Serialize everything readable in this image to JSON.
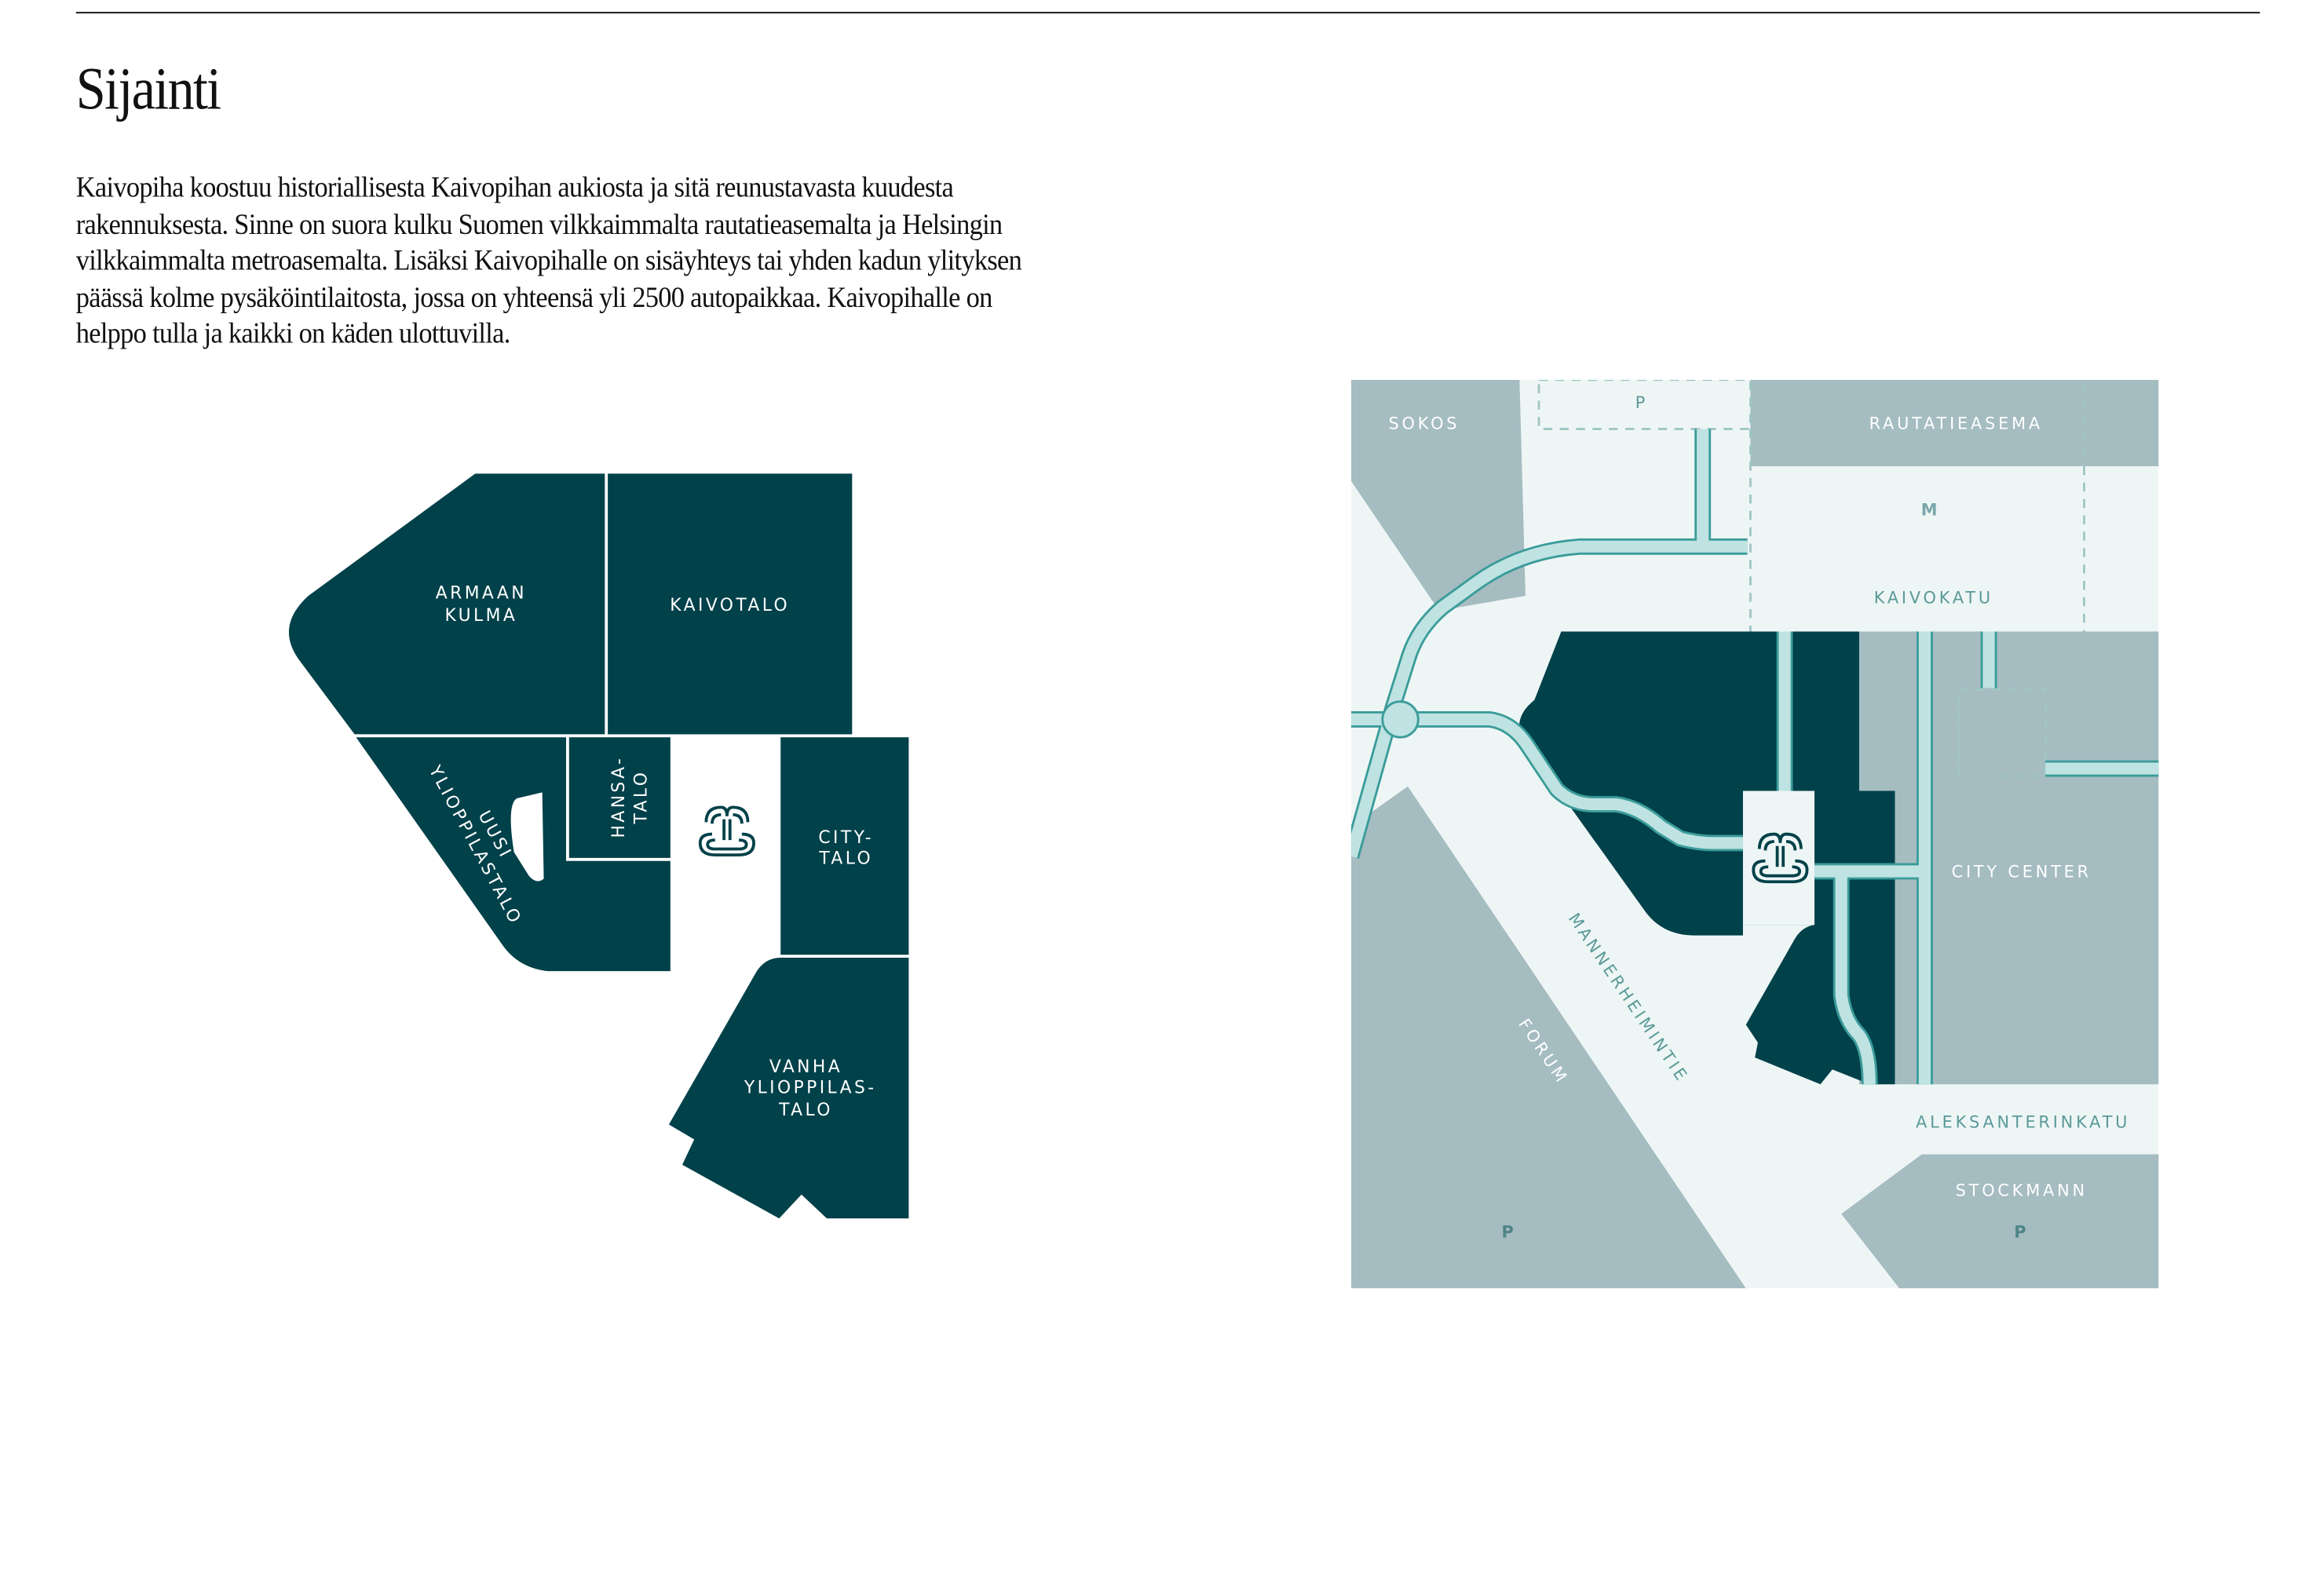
{
  "section": {
    "title": "Sijainti",
    "intro_lines": [
      "Kaivopiha koostuu historiallisesta Kaivopihan aukiosta ja sitä reunustavasta kuudesta",
      "rakennuksesta. Sinne on suora kulku Suomen vilkkaimmalta rautatieasemalta ja Helsingin",
      "vilkkaimmalta metroasemalta. Lisäksi Kaivopihalle on sisäyhteys tai yhden kadun ylityksen",
      "päässä kolme pysäköintilaitosta, jossa on yhteensä yli 2500 autopaikkaa. Kaivopihalle on",
      "helppo tulla ja kaikki on käden ulottuvilla."
    ]
  },
  "buildings_map": {
    "armaan_kulma": [
      "ARMAAN",
      "KULMA"
    ],
    "kaivotalo": "KAIVOTALO",
    "uusi_ylioppilastalo": [
      "UUSI",
      "YLIOPPILASTALO"
    ],
    "hansa_talo": [
      "HANSA-",
      "TALO"
    ],
    "city_talo": [
      "CITY-",
      "TALO"
    ],
    "vanha_ylioppilastalo": [
      "VANHA",
      "YLIOPPILAS-",
      "TALO"
    ]
  },
  "area_map": {
    "sokos": "SOKOS",
    "parking_top": "P",
    "rautatieasema": "RAUTATIEASEMA",
    "metro": "M",
    "kaivokatu": "KAIVOKATU",
    "city_center": "CITY CENTER",
    "mannerheimintie": "MANNERHEIMINTIE",
    "forum": "FORUM",
    "aleksanterinkatu": "ALEKSANTERINKATU",
    "stockmann": "STOCKMANN",
    "parking_forum": "P",
    "parking_stockmann": "P"
  },
  "colors": {
    "dark": "#01414a",
    "gray": "#a5bcc1",
    "light": "#eef6f5",
    "path": "#bfe3e2",
    "path_edge": "#3a9c9a"
  }
}
